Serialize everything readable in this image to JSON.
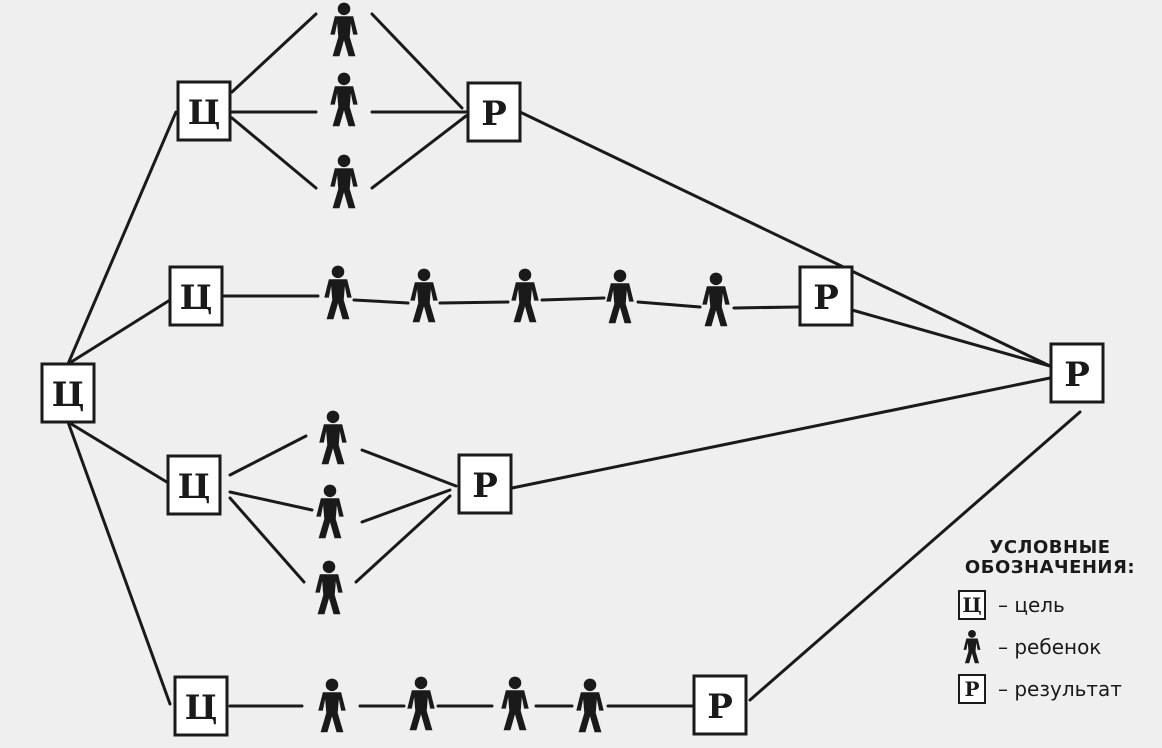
{
  "diagram": {
    "goal_symbol": "Ц",
    "result_symbol": "Р"
  },
  "legend": {
    "title_line1": "УСЛОВНЫЕ",
    "title_line2": "ОБОЗНАЧЕНИЯ:",
    "items": [
      {
        "symbol": "Ц",
        "text": "– цель",
        "icon": "goal-box-icon"
      },
      {
        "symbol": "",
        "text": "– ребенок",
        "icon": "child-figure-icon"
      },
      {
        "symbol": "Р",
        "text": "– результат",
        "icon": "result-box-icon"
      }
    ]
  },
  "colors": {
    "ink": "#1a1a1a",
    "paper": "#efefef"
  }
}
